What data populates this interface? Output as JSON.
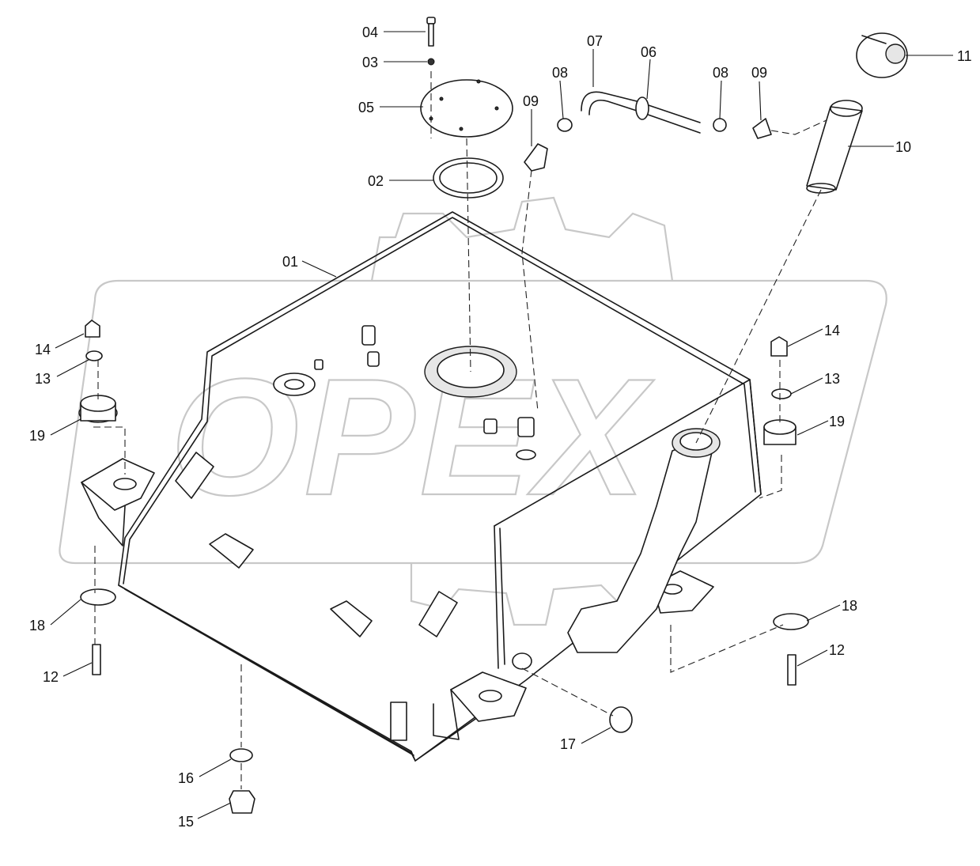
{
  "watermark": {
    "text": "OPEX"
  },
  "callouts": {
    "c01": "01",
    "c02": "02",
    "c03": "03",
    "c04": "04",
    "c05": "05",
    "c06": "06",
    "c07": "07",
    "c08a": "08",
    "c08b": "08",
    "c09a": "09",
    "c09b": "09",
    "c10": "10",
    "c11": "11",
    "c12a": "12",
    "c12b": "12",
    "c13a": "13",
    "c13b": "13",
    "c14a": "14",
    "c14b": "14",
    "c15": "15",
    "c16": "16",
    "c17": "17",
    "c18a": "18",
    "c18b": "18",
    "c19a": "19",
    "c19b": "19"
  }
}
